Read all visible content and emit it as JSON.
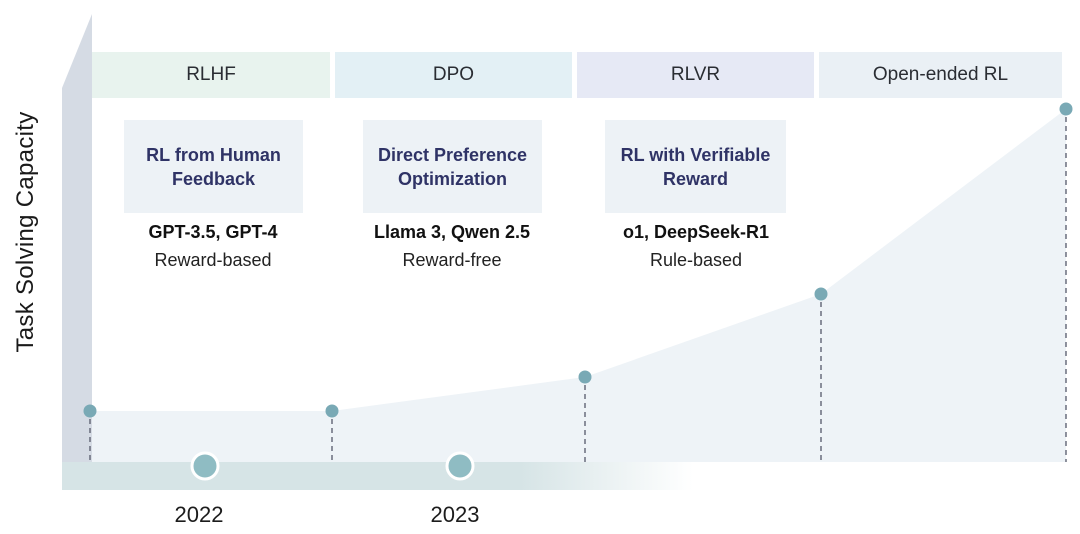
{
  "axis": {
    "y_label": "Task Solving Capacity"
  },
  "stages": [
    {
      "header": "RLHF",
      "method_line1": "RL from Human",
      "method_line2": "Feedback",
      "models": "GPT-3.5, GPT-4",
      "type": "Reward-based"
    },
    {
      "header": "DPO",
      "method_line1": "Direct Preference",
      "method_line2": "Optimization",
      "models": "Llama 3, Qwen 2.5",
      "type": "Reward-free"
    },
    {
      "header": "RLVR",
      "method_line1": "RL with Verifiable",
      "method_line2": "Reward",
      "models": "o1, DeepSeek-R1",
      "type": "Rule-based"
    },
    {
      "header": "Open-ended RL"
    }
  ],
  "timeline": {
    "years": [
      "2022",
      "2023"
    ]
  },
  "colors": {
    "point": "#79a9b5",
    "timeline_marker": "#8fbcc3",
    "area": "#eef3f7",
    "arrow": "#d5dbe4",
    "method_text": "#2f3366"
  }
}
